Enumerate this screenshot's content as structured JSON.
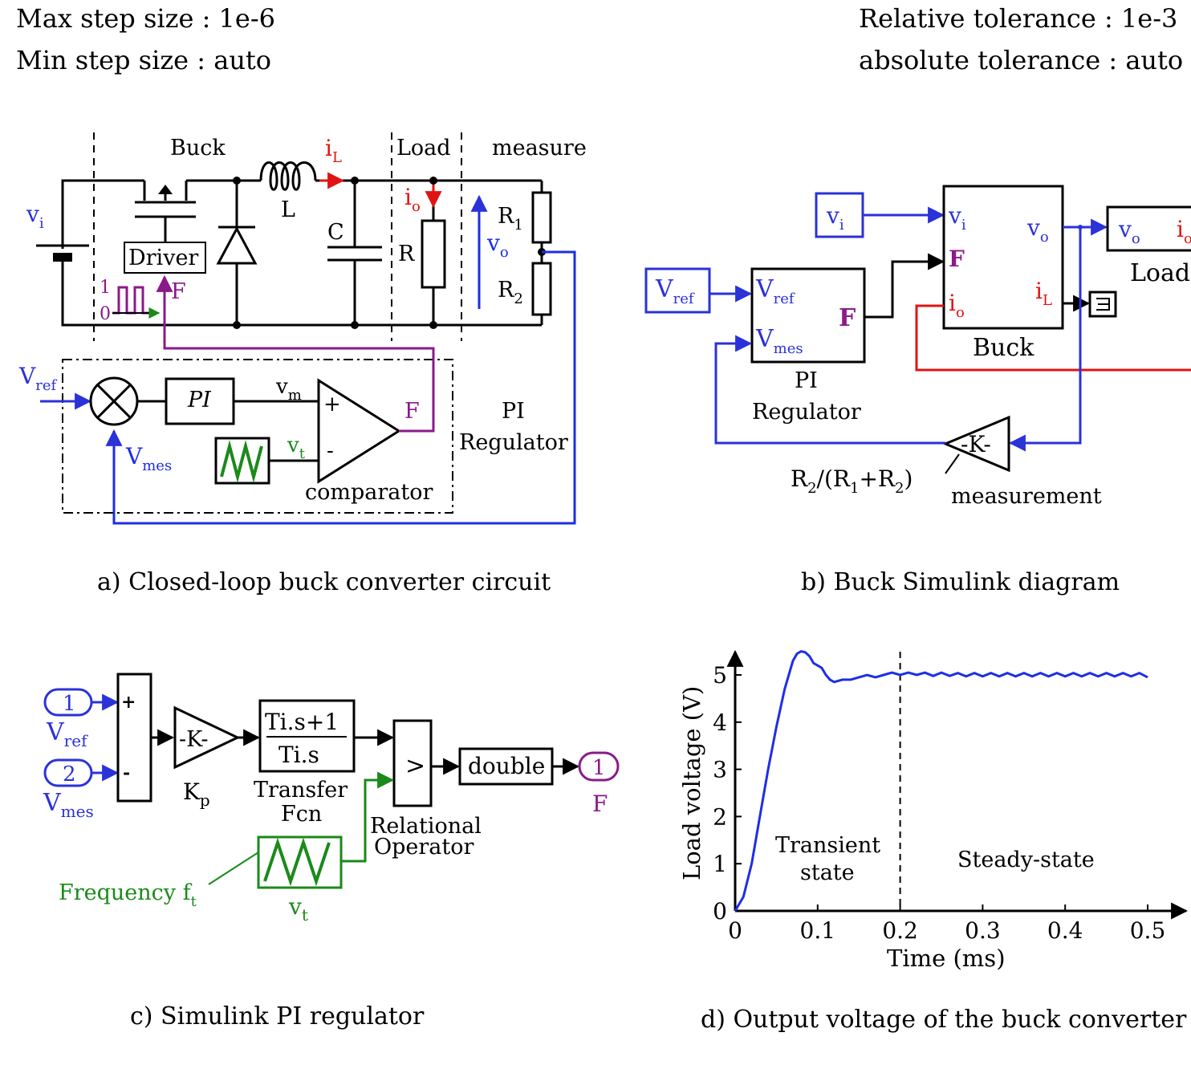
{
  "header": {
    "max_step": "Max step size : 1e-6",
    "min_step": "Min step size : auto",
    "rel_tol": "Relative tolerance : 1e-3",
    "abs_tol": "absolute tolerance : auto"
  },
  "panel_a": {
    "caption": "a) Closed-loop buck converter circuit",
    "section_buck": "Buck",
    "section_load": "Load",
    "section_measure": "measure",
    "vi": "v",
    "vi_sub": "i",
    "iL": "i",
    "iL_sub": "L",
    "io": "i",
    "io_sub": "o",
    "vo": "v",
    "vo_sub": "o",
    "L": "L",
    "C": "C",
    "R": "R",
    "R1": "R",
    "R1_sub": "1",
    "R2": "R",
    "R2_sub": "2",
    "driver": "Driver",
    "pwm_hi": "1",
    "pwm_lo": "0",
    "F": "F",
    "vref": "V",
    "vref_sub": "ref",
    "vmes": "V",
    "vmes_sub": "mes",
    "pi_block": "PI",
    "vm": "v",
    "vm_sub": "m",
    "vt": "v",
    "vt_sub": "t",
    "plus": "+",
    "minus": "-",
    "comparator": "comparator",
    "pi_label1": "PI",
    "pi_label2": "Regulator"
  },
  "panel_b": {
    "caption": "b) Buck Simulink diagram",
    "vi_in": "v",
    "vi_in_sub": "i",
    "vref_in": "V",
    "vref_in_sub": "ref",
    "pi_vref": "V",
    "pi_vref_sub": "ref",
    "pi_vmes": "V",
    "pi_vmes_sub": "mes",
    "pi_F": "F",
    "pi_label1": "PI",
    "pi_label2": "Regulator",
    "buck_vi": "v",
    "buck_vi_sub": "i",
    "buck_F": "F",
    "buck_io": "i",
    "buck_io_sub": "o",
    "buck_vo": "v",
    "buck_vo_sub": "o",
    "buck_iL": "i",
    "buck_iL_sub": "L",
    "buck_label": "Buck",
    "load_vo": "v",
    "load_vo_sub": "o",
    "load_io": "i",
    "load_io_sub": "o",
    "load_label": "Load",
    "gain": "-K-",
    "gain_expr": "R",
    "gain_expr_s1": "2",
    "gain_expr_mid": "/(R",
    "gain_expr_s2": "1",
    "gain_expr_mid2": "+R",
    "gain_expr_s3": "2",
    "gain_expr_end": ")",
    "measurement": "measurement"
  },
  "panel_c": {
    "caption": "c) Simulink PI regulator",
    "in1": "1",
    "in1_label": "V",
    "in1_sub": "ref",
    "in2": "2",
    "in2_label": "V",
    "in2_sub": "mes",
    "sum_plus": "+",
    "sum_minus": "-",
    "gain": "-K-",
    "kp": "K",
    "kp_sub": "p",
    "tf_num": "Ti.s+1",
    "tf_den": "Ti.s",
    "tf_label1": "Transfer",
    "tf_label2": "Fcn",
    "relop": ">",
    "relop_label1": "Relational",
    "relop_label2": "Operator",
    "double": "double",
    "out1": "1",
    "out1_label": "F",
    "freq": "Frequency f",
    "freq_sub": "t",
    "vt": "v",
    "vt_sub": "t"
  },
  "panel_d": {
    "caption": "d) Output voltage of the buck converter",
    "chart_data": {
      "type": "line",
      "xlabel": "Time (ms)",
      "ylabel": "Load voltage (V)",
      "xlim": [
        0,
        0.52
      ],
      "ylim": [
        0,
        5.5
      ],
      "x_ticks": [
        "0",
        "0.1",
        "0.2",
        "0.3",
        "0.4",
        "0.5"
      ],
      "y_ticks": [
        "0",
        "1",
        "2",
        "3",
        "4",
        "5"
      ],
      "marker_x": 0.2,
      "annotations": [
        "Transient",
        "state",
        "Steady-state"
      ],
      "series": [
        {
          "color": "#1d2ee6",
          "x": [
            0,
            0.01,
            0.02,
            0.03,
            0.04,
            0.05,
            0.06,
            0.07,
            0.075,
            0.08,
            0.085,
            0.09,
            0.095,
            0.1,
            0.105,
            0.11,
            0.115,
            0.12,
            0.13,
            0.14,
            0.15,
            0.16,
            0.17,
            0.18,
            0.19,
            0.2,
            0.21,
            0.22,
            0.23,
            0.24,
            0.25,
            0.26,
            0.27,
            0.28,
            0.29,
            0.3,
            0.31,
            0.32,
            0.33,
            0.34,
            0.35,
            0.36,
            0.37,
            0.38,
            0.39,
            0.4,
            0.41,
            0.42,
            0.43,
            0.44,
            0.45,
            0.46,
            0.47,
            0.48,
            0.49,
            0.5
          ],
          "y": [
            0,
            0.3,
            1.0,
            2.0,
            3.0,
            3.9,
            4.7,
            5.3,
            5.45,
            5.5,
            5.48,
            5.4,
            5.25,
            5.2,
            5.15,
            5.0,
            4.9,
            4.85,
            4.9,
            4.9,
            4.95,
            5.0,
            4.95,
            5.0,
            5.05,
            5.0,
            5.05,
            5.0,
            5.05,
            4.98,
            5.05,
            4.98,
            5.04,
            4.97,
            5.04,
            4.97,
            5.04,
            4.97,
            5.04,
            4.97,
            5.04,
            4.97,
            5.04,
            4.97,
            5.04,
            4.97,
            5.04,
            4.97,
            5.04,
            4.97,
            5.04,
            4.97,
            5.04,
            4.97,
            5.04,
            4.95
          ]
        }
      ]
    }
  }
}
